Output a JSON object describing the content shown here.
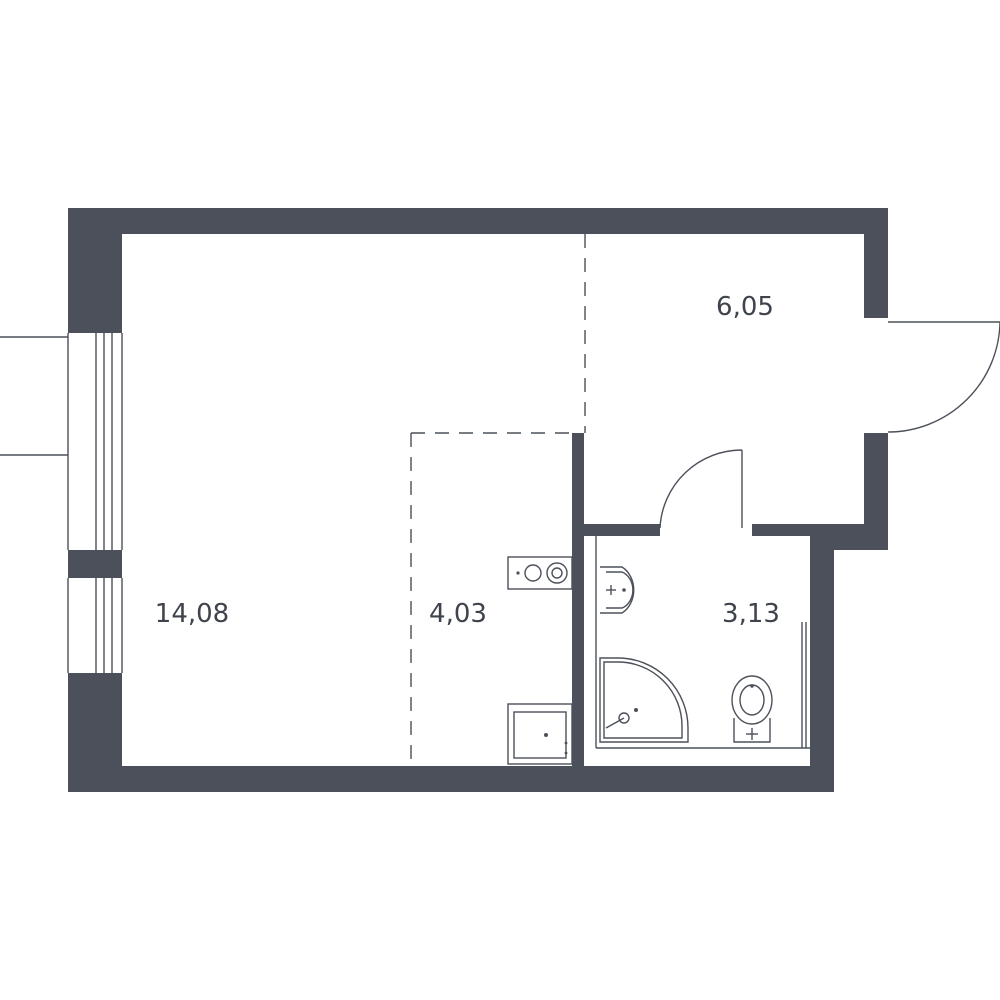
{
  "rooms": [
    {
      "id": "living-room",
      "area": "14,08"
    },
    {
      "id": "kitchen",
      "area": "4,03"
    },
    {
      "id": "hallway",
      "area": "6,05"
    },
    {
      "id": "bathroom",
      "area": "3,13"
    }
  ],
  "colors": {
    "wall": "#4c505a",
    "background": "#ffffff",
    "label": "#3f434c"
  }
}
